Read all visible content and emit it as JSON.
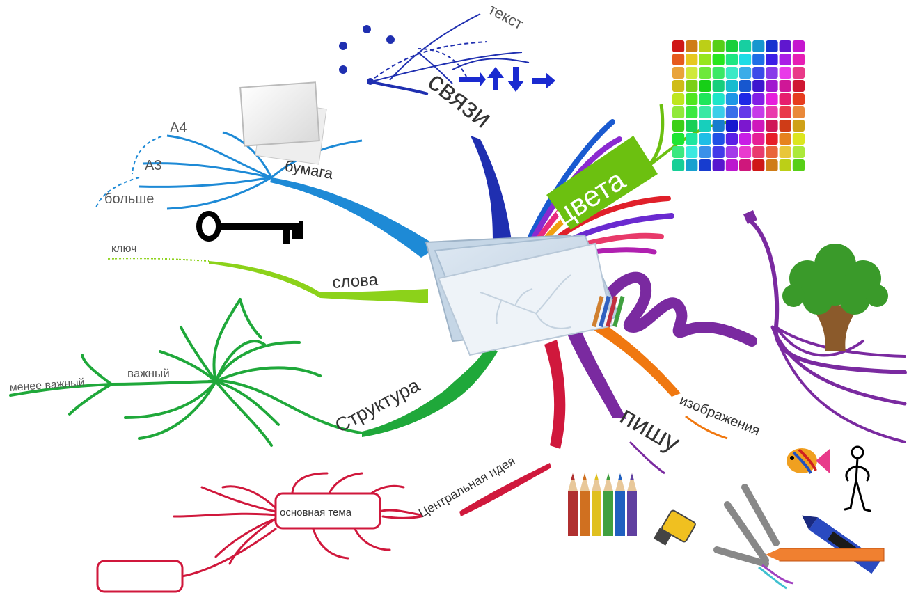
{
  "center": {
    "label": ""
  },
  "branches": [
    {
      "id": "links",
      "label": "связи",
      "color": "#1f2fb0",
      "sub": [
        {
          "label": "текст"
        }
      ]
    },
    {
      "id": "paper",
      "label": "бумага",
      "color": "#1e8ad6",
      "sub": [
        {
          "label": "А4"
        },
        {
          "label": "А3"
        },
        {
          "label": "больше"
        }
      ]
    },
    {
      "id": "words",
      "label": "слова",
      "color": "#8cd21a",
      "sub": [
        {
          "label": "ключ"
        }
      ]
    },
    {
      "id": "structure",
      "label": "Структура",
      "color": "#1fa83a",
      "sub": [
        {
          "label": "важный"
        },
        {
          "label": "менее важный"
        }
      ]
    },
    {
      "id": "central",
      "label": "Центральная идея",
      "color": "#d0183c",
      "sub": [
        {
          "label": "основная тема"
        },
        {
          "label": ""
        }
      ]
    },
    {
      "id": "write",
      "label": "пишу",
      "color": "#7a2aa0",
      "sub": []
    },
    {
      "id": "images",
      "label": "изображения",
      "color": "#f07810",
      "sub": []
    },
    {
      "id": "colors",
      "label": "цвета",
      "color": "#6cc010",
      "sub": []
    }
  ],
  "icons": [
    "paper-sheet-icon",
    "key-icon",
    "color-palette-icon",
    "tree-icon",
    "fish-icon",
    "stick-figure-icon",
    "colored-pencils-icon",
    "marker-icon",
    "crayon-icon",
    "folder-center-icon",
    "paintbrush-icon"
  ],
  "colors": {
    "blue": "#1e8ad6",
    "navy": "#1f2fb0",
    "lime": "#8cd21a",
    "green": "#1fa83a",
    "red": "#d0183c",
    "purple": "#7a2aa0",
    "orange": "#f07810",
    "lightgreen": "#6cc010"
  }
}
